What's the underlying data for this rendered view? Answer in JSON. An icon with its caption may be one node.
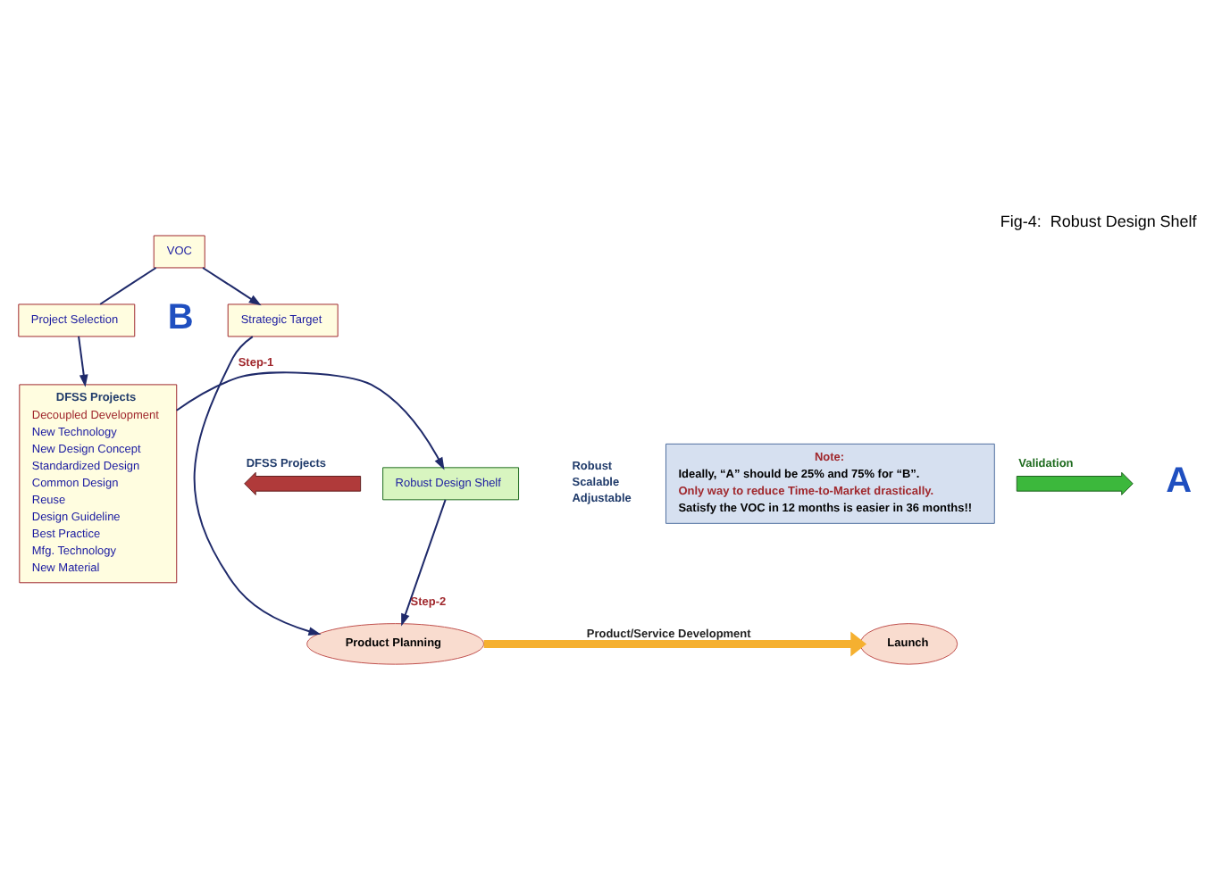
{
  "diagram": {
    "title": "Fig-4:  Robust Design Shelf",
    "nodes": [
      {
        "text": [
          "VOC"
        ]
      },
      {
        "text": [
          "Project Selection"
        ]
      },
      {
        "text": [
          "Strategic Target"
        ]
      },
      {
        "text": [
          "Product Planning"
        ]
      },
      {
        "text": [
          "Launch"
        ]
      },
      {
        "text": [
          "DFSS Projects",
          "Decoupled Development",
          "New Technology",
          "New Design Concept",
          "Standardized Design",
          "Common Design",
          "Reuse",
          "Design Guideline",
          "Best Practice",
          "Mfg. Technology",
          "New Material"
        ]
      },
      {
        "text": [
          "Robust Design Shelf"
        ],
        "beside": [
          "Robust",
          "Scalable",
          "Adjustable"
        ]
      },
      {
        "text": [
          "Note:",
          "Ideally, “A” should be 25% and 75% for “B”.",
          "Only way to reduce Time-to-Market drastically.",
          "Satisfy the VOC in 12 months is easier in 36 months!!"
        ]
      },
      {
        "text": [
          "DFSS Projects"
        ]
      },
      {
        "text": [
          "Validation"
        ]
      }
    ],
    "edges": [
      {
        "from": 0,
        "to": 1,
        "arrow": "none"
      },
      {
        "from": 1,
        "to": 5,
        "arrow": "to"
      },
      {
        "from": 0,
        "to": 2,
        "arrow": "to"
      },
      {
        "from": 2,
        "to": 3,
        "arrow": "to"
      },
      {
        "from": 3,
        "to": 4,
        "arrow": "to",
        "label": "Product/Service Development",
        "style": "thick",
        "color": "#f5b030"
      },
      {
        "from": 5,
        "to": 6,
        "arrow": "to",
        "label": "Step-1"
      },
      {
        "from": 6,
        "to": 3,
        "arrow": "to",
        "label": "Step-2"
      }
    ],
    "labels": [
      "A",
      "B"
    ]
  }
}
